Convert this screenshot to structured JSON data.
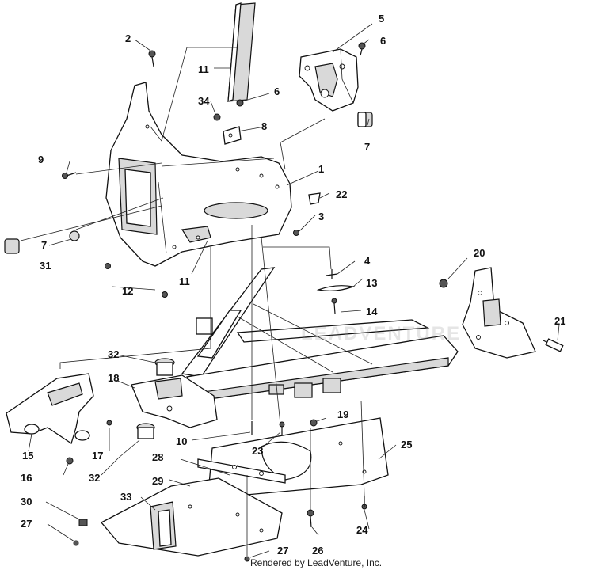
{
  "diagram": {
    "watermark": "LEADVENTURE",
    "credit": "Rendered by LeadVenture, Inc.",
    "labels": {
      "l1": "1",
      "l2": "2",
      "l3": "3",
      "l4": "4",
      "l5": "5",
      "l6a": "6",
      "l6b": "6",
      "l7a": "7",
      "l7b": "7",
      "l8": "8",
      "l9": "9",
      "l10": "10",
      "l11a": "11",
      "l11b": "11",
      "l12": "12",
      "l13": "13",
      "l14": "14",
      "l15": "15",
      "l16": "16",
      "l17": "17",
      "l18": "18",
      "l19": "19",
      "l20": "20",
      "l21": "21",
      "l22": "22",
      "l23": "23",
      "l24": "24",
      "l25": "25",
      "l26": "26",
      "l27a": "27",
      "l27b": "27",
      "l28": "28",
      "l29": "29",
      "l30": "30",
      "l31": "31",
      "l32a": "32",
      "l32b": "32",
      "l33": "33",
      "l34": "34"
    }
  }
}
